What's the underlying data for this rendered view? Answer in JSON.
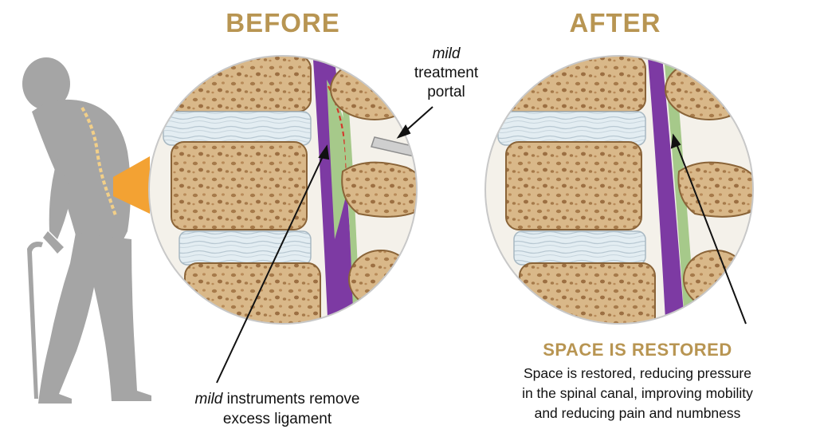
{
  "before": {
    "heading": "BEFORE"
  },
  "after": {
    "heading": "AFTER"
  },
  "portal_label": {
    "italic": "mild",
    "line2": "treatment",
    "line3": "portal"
  },
  "instruments_label": {
    "italic": "mild",
    "rest": " instruments remove",
    "line2": "excess ligament"
  },
  "restored": {
    "title": "SPACE IS RESTORED",
    "lines": [
      "Space is restored, reducing pressure",
      "in the spinal canal, improving mobility",
      "and reducing pain and numbness"
    ]
  },
  "colors": {
    "heading_gold": "#b89552",
    "bone": "#d9b889",
    "bone_pore": "#a67a4a",
    "disc": "#dfe9ef",
    "ligament_purple": "#7d3aa3",
    "nerve_green": "#a6c98a",
    "canal_dark": "#3a2418",
    "figure_gray": "#a5a5a5",
    "highlight_orange": "#f3a233"
  },
  "icons": [
    "elderly-person-with-cane-icon"
  ]
}
